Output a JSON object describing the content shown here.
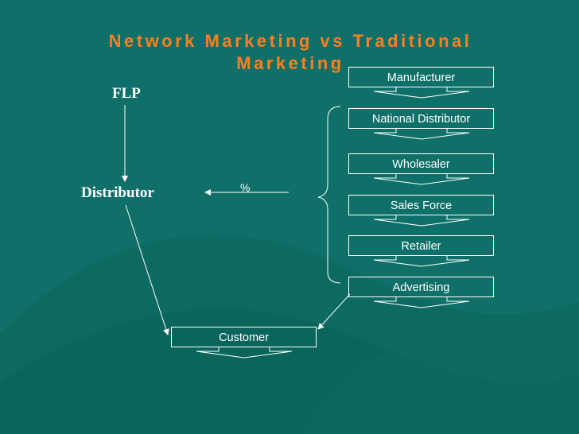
{
  "title": {
    "line1": "Network Marketing vs Traditional",
    "line2": "Marketing"
  },
  "left": {
    "flp": "FLP",
    "distributor": "Distributor",
    "percent": "%"
  },
  "chain": [
    "Manufacturer",
    "National Distributor",
    "Wholesaler",
    "Sales Force",
    "Retailer",
    "Advertising"
  ],
  "customer": "Customer",
  "colors": {
    "background": "#0e7068",
    "title": "#ff7f1e",
    "text": "#ffffff"
  }
}
